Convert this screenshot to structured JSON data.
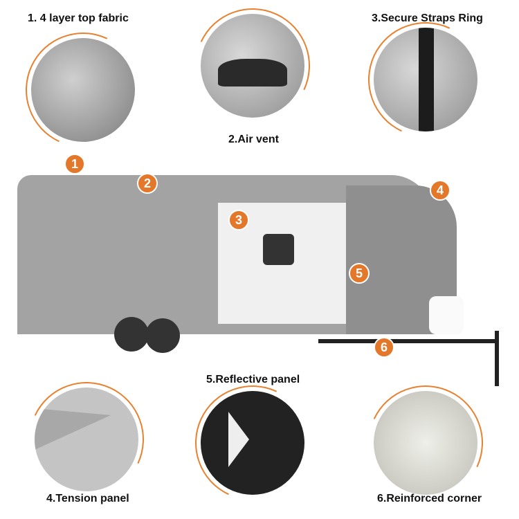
{
  "features": {
    "f1": "1. 4 layer top fabric",
    "f2": "2.Air vent",
    "f3": "3.Secure Straps Ring",
    "f4": "4.Tension panel",
    "f5": "5.Reflective panel",
    "f6": "6.Reinforced corner"
  },
  "badges": [
    "1",
    "2",
    "3",
    "4",
    "5",
    "6"
  ],
  "colors": {
    "accent": "#e3772a",
    "cover": "#9a9a9a"
  }
}
